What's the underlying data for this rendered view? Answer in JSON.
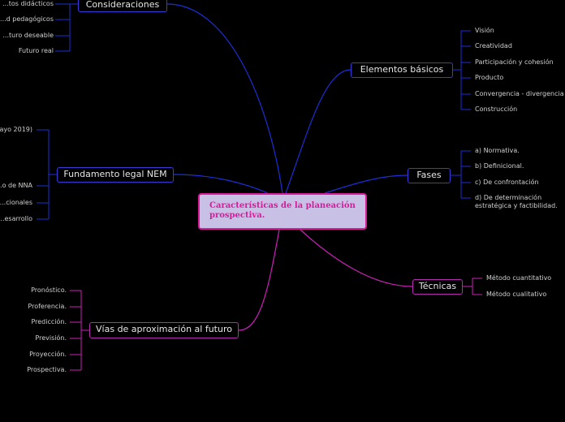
{
  "central": {
    "label": "Características de la planeación prospectiva."
  },
  "colors": {
    "blue": "#1d2fd6",
    "magenta": "#cc20b8",
    "blue_border": "#3a3ad8",
    "magenta_border": "#b42bb0"
  },
  "branches": {
    "consideraciones": {
      "label": "Consideraciones",
      "items": [
        "...tos didácticos",
        "...d pedagógicos",
        "...turo deseable",
        "Futuro real"
      ]
    },
    "fundamento": {
      "label": "Fundamento legal NEM",
      "items": [
        "...ayo 2019)",
        "...o de NNA",
        "...cionales",
        "...esarrollo"
      ]
    },
    "vias": {
      "label": "Vías de aproximación al futuro",
      "items": [
        "Pronóstico.",
        "Proferencia.",
        "Predicción.",
        "Previsión.",
        "Proyección.",
        "Prospectiva."
      ]
    },
    "elementos": {
      "label": "Elementos básicos",
      "items": [
        "Visión",
        "Creatividad",
        "Participación y cohesión",
        "Producto",
        "Convergencia - divergencia",
        "Construcción"
      ]
    },
    "fases": {
      "label": "Fases",
      "items": [
        "a) Normativa.",
        "b) Definicional.",
        "c) De confrontación",
        "d) De determinación estratégica y factibilidad."
      ]
    },
    "tecnicas": {
      "label": "Técnicas",
      "items": [
        "Método cuantitativo",
        "Método cualitativo"
      ]
    }
  }
}
